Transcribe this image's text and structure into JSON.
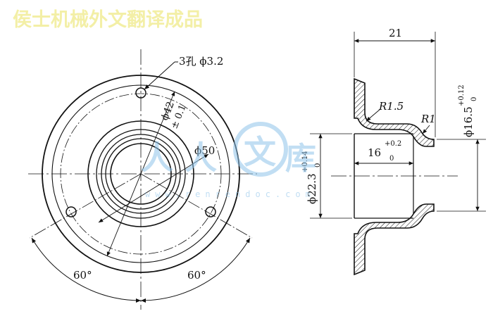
{
  "watermark": {
    "top_title": "侯士机械外文翻译成品",
    "logo_chars": [
      "人",
      "人",
      "文",
      "库"
    ],
    "site": "www.renrendoc.com",
    "top_title_color": "#f3efa6",
    "logo_color": "#8fc4ea"
  },
  "front_view": {
    "hole_note": "3孔 ϕ3.2",
    "dim_d42_main": "ϕ42",
    "dim_d42_tol": "± 0.1",
    "dim_d50": "ϕ50",
    "angle_left": "60°",
    "angle_right": "60°"
  },
  "section_view": {
    "dim_len_total": "21",
    "radius_outer": "R1.5",
    "radius_inner": "R1",
    "dim_len_inner": "16",
    "dim_len_inner_tol_upper": "+0.2",
    "dim_len_inner_tol_lower": "0",
    "dim_bore_left": "ϕ22.3",
    "dim_bore_left_tol_upper": "+0.14",
    "dim_bore_left_tol_lower": "0",
    "dim_bore_right": "ϕ16.5",
    "dim_bore_right_tol_upper": "+0.12",
    "dim_bore_right_tol_lower": "0"
  }
}
